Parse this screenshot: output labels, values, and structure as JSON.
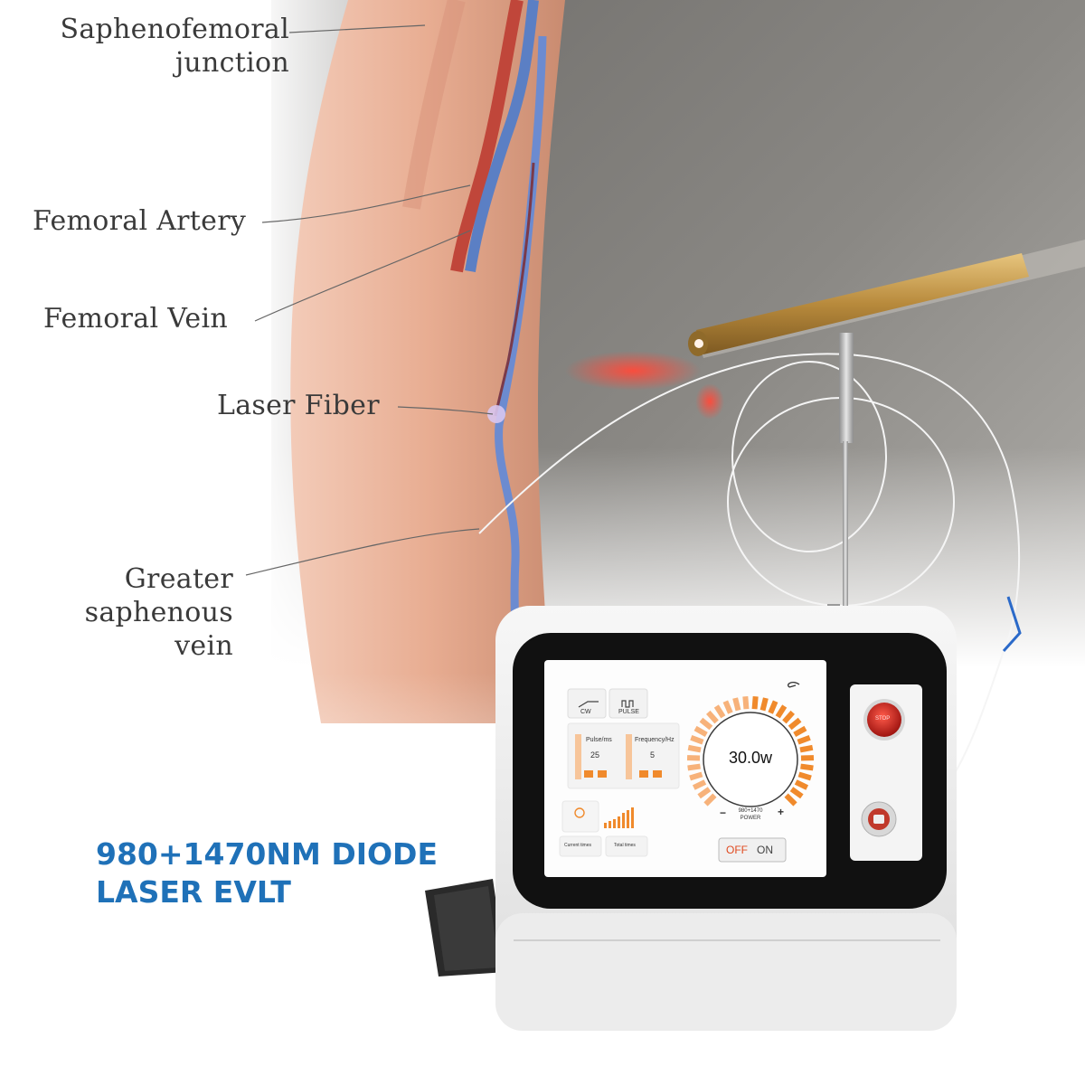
{
  "anatomy_labels": {
    "saphenofemoral": [
      "Saphenofemoral",
      "junction"
    ],
    "femoral_artery": "Femoral Artery",
    "femoral_vein": "Femoral Vein",
    "laser_fiber": "Laser Fiber",
    "greater_saphenous": [
      "Greater",
      "saphenous",
      "vein"
    ]
  },
  "headline": [
    "980+1470NM DIODE",
    "LASER EVLT"
  ],
  "device_screen": {
    "mode_cw": "CW",
    "mode_pulse": "PULSE",
    "pulse_label": "Pulse/ms",
    "pulse_value": "25",
    "frequency_label": "Frequency/Hz",
    "frequency_value": "5",
    "power_value": "30.0w",
    "power_minus": "−",
    "power_plus": "+",
    "power_caption": [
      "980+1470",
      "POWER"
    ],
    "current_times": "Current times",
    "total_times": "Total times",
    "off_label": "OFF",
    "on_label": "ON"
  },
  "stop_button_label": "STOP",
  "colors": {
    "headline": "#1f71b8",
    "skin": "#e9b39a",
    "vein": "#5b7fc4",
    "artery": "#c0463a",
    "gauge": "#f08a2c"
  }
}
